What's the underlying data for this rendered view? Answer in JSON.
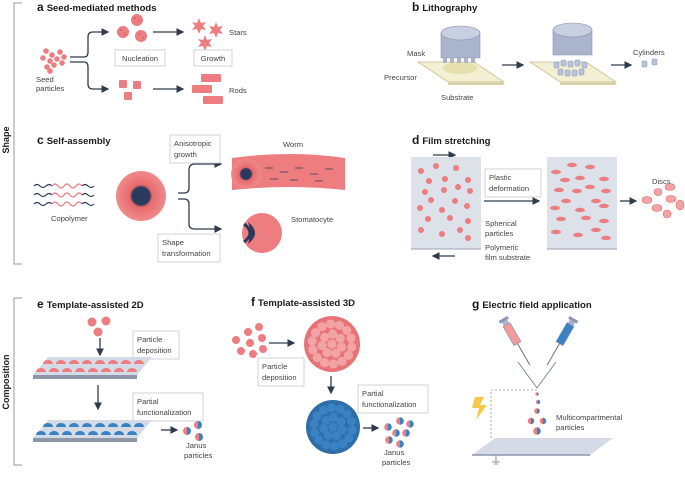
{
  "categories": {
    "shape": "Shape",
    "composition": "Composition"
  },
  "panels": {
    "a": {
      "letter": "a",
      "title": "Seed-mediated methods",
      "labels": {
        "seed": [
          "Seed",
          "particles"
        ],
        "nucleation": "Nucleation",
        "growth": "Growth",
        "stars": "Stars",
        "rods": "Rods"
      }
    },
    "b": {
      "letter": "b",
      "title": "Lithography",
      "labels": {
        "mask": "Mask",
        "precursor": "Precursor",
        "substrate": "Substrate",
        "cylinders": "Cylinders"
      }
    },
    "c": {
      "letter": "c",
      "title": "Self-assembly",
      "labels": {
        "copolymer": "Copolymer",
        "anisotropic": [
          "Anisotropic",
          "growth"
        ],
        "shape_transformation": [
          "Shape",
          "transformation"
        ],
        "worm": "Worm",
        "stomatocyte": "Stomatocyte"
      }
    },
    "d": {
      "letter": "d",
      "title": "Film stretching",
      "labels": {
        "plastic": [
          "Plastic",
          "deformation"
        ],
        "spherical": [
          "Spherical",
          "particles"
        ],
        "polymeric": [
          "Polymeric",
          "film substrate"
        ],
        "discs": "Discs"
      }
    },
    "e": {
      "letter": "e",
      "title": "Template-assisted 2D",
      "labels": {
        "deposition": [
          "Particle",
          "deposition"
        ],
        "functionalization": [
          "Partial",
          "functionalization"
        ],
        "janus": [
          "Janus",
          "particles"
        ]
      }
    },
    "f": {
      "letter": "f",
      "title": "Template-assisted 3D",
      "labels": {
        "deposition": [
          "Particle",
          "deposition"
        ],
        "functionalization": [
          "Partial",
          "functionalization"
        ],
        "janus": [
          "Janus",
          "particles"
        ]
      }
    },
    "g": {
      "letter": "g",
      "title": "Electric field application",
      "labels": {
        "multi": [
          "Multicompartmental",
          "particles"
        ]
      }
    }
  },
  "colors": {
    "pink": "#ec7d80",
    "blue": "#3a82c4",
    "navy": "#2b3a5c",
    "film": "#dde2ea",
    "substrate": "#f3efd2",
    "mask": "#aab4cc",
    "lightning": "#f4c84a"
  }
}
